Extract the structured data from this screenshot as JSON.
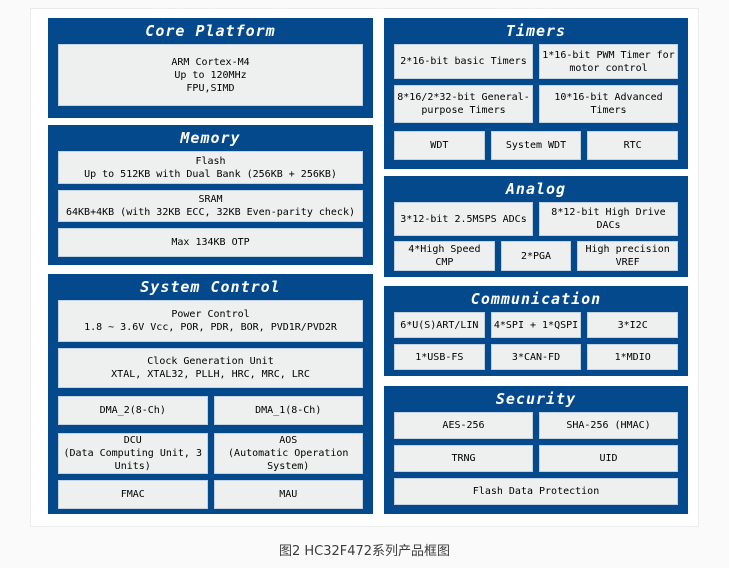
{
  "caption": "图2 HC32F472系列产品框图",
  "colors": {
    "section_blue": "#04498C",
    "box_fill": "#EEF0EF",
    "box_border": "#C3D2E1"
  },
  "sections": {
    "core_platform": {
      "title": "Core Platform",
      "cpu": "ARM Cortex-M4\nUp to 120MHz\nFPU,SIMD"
    },
    "memory": {
      "title": "Memory",
      "flash": "Flash\nUp to 512KB with Dual Bank (256KB + 256KB)",
      "sram": "SRAM\n64KB+4KB (with 32KB ECC, 32KB Even-parity check)",
      "otp": "Max 134KB OTP"
    },
    "system_control": {
      "title": "System Control",
      "power": "Power Control\n1.8 ~ 3.6V Vcc, POR, PDR, BOR,  PVD1R/PVD2R",
      "clock": "Clock Generation Unit\nXTAL, XTAL32, PLLH, HRC, MRC, LRC",
      "dma2": "DMA_2(8-Ch)",
      "dma1": "DMA_1(8-Ch)",
      "dcu": "DCU\n(Data Computing Unit, 3\nUnits)",
      "aos": "AOS\n(Automatic Operation\nSystem)",
      "fmac": "FMAC",
      "mau": "MAU"
    },
    "timers": {
      "title": "Timers",
      "basic": "2*16-bit basic Timers",
      "pwm": "1*16-bit PWM Timer for\nmotor control",
      "general": "8*16/2*32-bit General-\npurpose Timers",
      "advanced": "10*16-bit Advanced\nTimers",
      "wdt": "WDT",
      "system_wdt": "System WDT",
      "rtc": "RTC"
    },
    "analog": {
      "title": "Analog",
      "adc": "3*12-bit  2.5MSPS ADCs",
      "dac": "8*12-bit High Drive\nDACs",
      "cmp": "4*High Speed CMP",
      "pga": "2*PGA",
      "vref": "High precision\nVREF"
    },
    "communication": {
      "title": "Communication",
      "uart": "6*U(S)ART/LIN",
      "spi": "4*SPI + 1*QSPI",
      "i2c": "3*I2C",
      "usb": "1*USB-FS",
      "can": "3*CAN-FD",
      "mdio": "1*MDIO"
    },
    "security": {
      "title": "Security",
      "aes": "AES-256",
      "sha": "SHA-256 (HMAC)",
      "trng": "TRNG",
      "uid": "UID",
      "fdp": "Flash Data Protection"
    }
  }
}
